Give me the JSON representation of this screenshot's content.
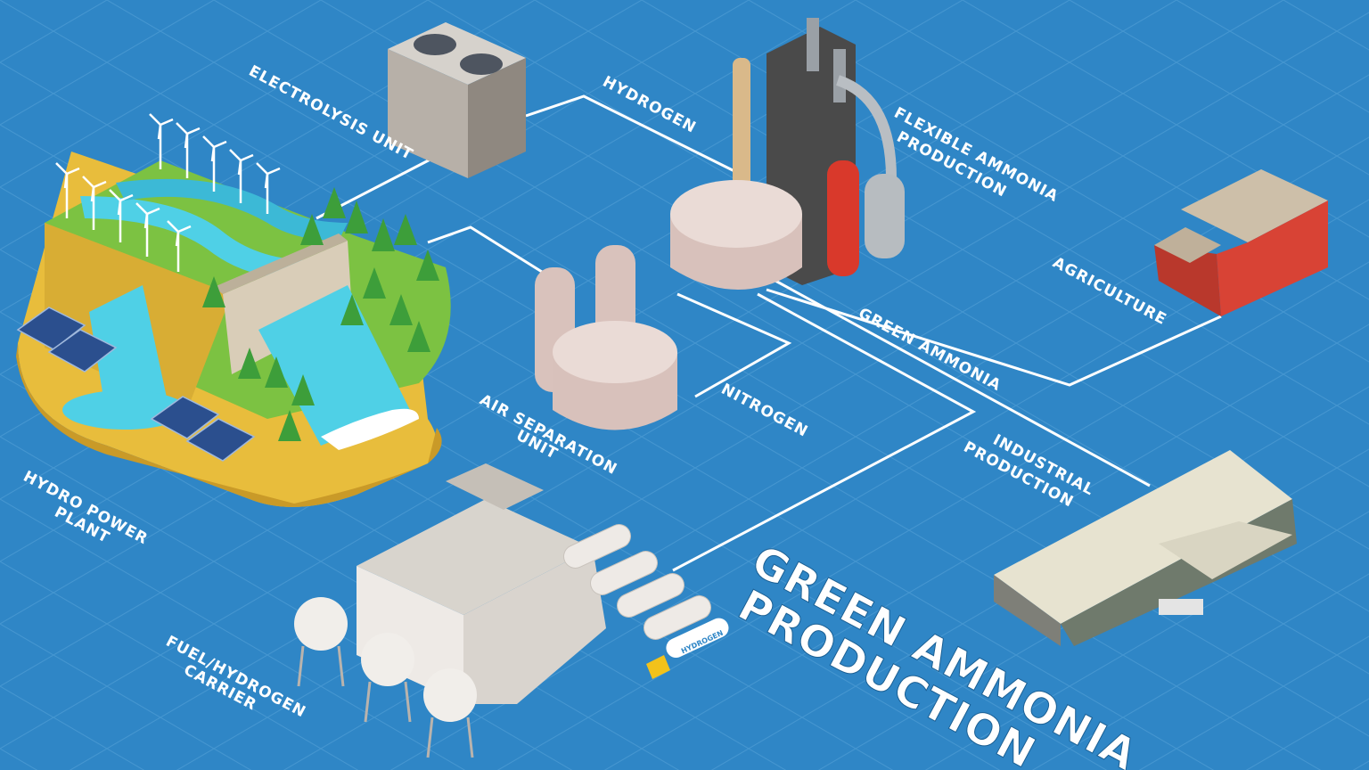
{
  "title": {
    "line1": "GREEN AMMONIA",
    "line2": "PRODUCTION"
  },
  "labels": {
    "electrolysis": "ELECTROLYSIS UNIT",
    "hydrogen": "HYDROGEN",
    "flexible1": "FLEXIBLE AMMONIA",
    "flexible2": "PRODUCTION",
    "agriculture": "AGRICULTURE",
    "green_ammonia": "GREEN AMMONIA",
    "nitrogen": "NITROGEN",
    "air_sep1": "AIR SEPARATION",
    "air_sep2": "UNIT",
    "industrial1": "INDUSTRIAL",
    "industrial2": "PRODUCTION",
    "hydro1": "HYDRO POWER",
    "hydro2": "PLANT",
    "fuel1": "FUEL/HYDROGEN",
    "fuel2": "CARRIER",
    "truck_tank": "HYDROGEN"
  },
  "colors": {
    "background": "#2f86c6",
    "grid": "#4b9ad3",
    "line": "#ffffff",
    "water": "#4fd0e6",
    "grass": "#7cc242",
    "earth": "#e8bd3c",
    "tank": "#eadbd6",
    "red_column": "#d9392b",
    "barn_red": "#d84335"
  },
  "icons": {
    "power_plant": "hydro-dam-with-wind-turbines-and-solar-panels",
    "electrolysis": "cooling-tower-unit",
    "air_separation": "storage-tanks",
    "ammonia_plant": "industrial-reactor-tower",
    "agriculture": "red-barn",
    "industrial": "warehouse",
    "carrier": "factory-with-spherical-tanks-and-truck"
  }
}
